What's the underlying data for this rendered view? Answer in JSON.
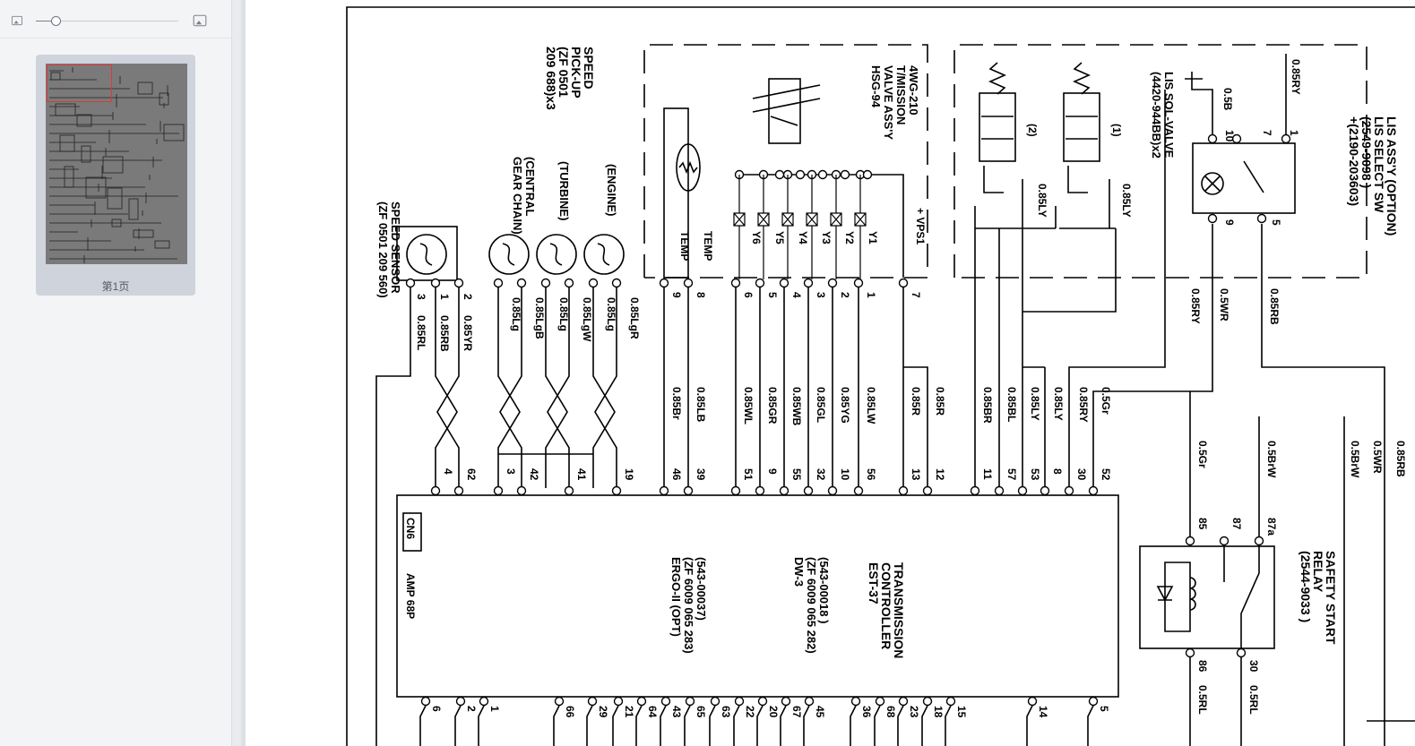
{
  "sidebar": {
    "zoom_percent": 14,
    "thumbnail_label": "第1页"
  },
  "texts": {
    "speed_pickup": [
      "SPEED",
      "PICK-UP",
      "(ZF 0501",
      "209 688)x3"
    ],
    "speed_sensor": [
      "SPEED SENSOR",
      "(ZF 0501 209 560)"
    ],
    "pickup_engine": "(ENGINE)",
    "pickup_turbine": "(TURBINE)",
    "pickup_central": [
      "(CENTRAL",
      "GEAR CHAIN)"
    ],
    "valve_assy": [
      "4WG-210",
      "T/MISSION",
      "VALVE ASS'Y",
      "HSG-94"
    ],
    "sol_valve": [
      "LIS SOL-VALVE",
      "(4420-944BB)x2"
    ],
    "lis_assy": [
      "LIS ASS'Y (OPTION)",
      "LIS SELECT SW",
      "(2549-9098 )",
      "+(2190-203603)"
    ],
    "controller": [
      "TRANSMISSION",
      "CONTROLLER",
      "EST-37",
      "(543-00018 )",
      "(ZF 6009 065 282)",
      "DW-3",
      "(543-00037)",
      "(ZF 6009 065 283)",
      "ERGO-II (OPT)"
    ],
    "relay": [
      "SAFETY START",
      "RELAY",
      "(2544-9033 )"
    ],
    "cn6": "CN6",
    "amp": "AMP 68P",
    "temp_inner": "TEMP",
    "temp_outer": "TEMP",
    "vps": "+ VPS1",
    "y_labels": [
      "Y6",
      "Y5",
      "Y4",
      "Y3",
      "Y2",
      "Y1"
    ],
    "sol1": "(1)",
    "sol2": "(2)",
    "sw_pins": [
      "10",
      "7",
      "1"
    ],
    "sw_pins_bottom": [
      "9",
      "5"
    ],
    "sw_wires": [
      "0.5B",
      "0.85RY"
    ],
    "sensor_pins": [
      "3",
      "1",
      "2"
    ],
    "sensor_wires": [
      "0.85RL",
      "0.85RB",
      "0.85YR"
    ],
    "pickup_wires": [
      "0.85Lg",
      "0.85LgB",
      "0.85Lg",
      "0.85LgW",
      "0.85Lg",
      "0.85LgR"
    ],
    "valve_pins": [
      "9",
      "8",
      "6",
      "5",
      "4",
      "3",
      "2",
      "1",
      "7"
    ],
    "lis_wires": [
      "0.85LY",
      "0.85LY"
    ],
    "switch_out_wires": [
      "0.85RY",
      "0.5WR",
      "0.85RB"
    ],
    "mid_wires": [
      "0.85Br",
      "0.85LB",
      "0.85WL",
      "0.85GR",
      "0.85WB",
      "0.85GL",
      "0.85YG",
      "0.85LW",
      "0.85R",
      "0.85R",
      "0.85BR",
      "0.85BL",
      "0.85LY",
      "0.85LY",
      "0.85RY",
      "0.5Gr"
    ],
    "right_wires": [
      "0.5Gr",
      "0.5BrW",
      "0.5BrW",
      "0.5WR",
      "0.85RB"
    ],
    "top_pins": [
      "4",
      "62",
      "3",
      "42",
      "41",
      "19",
      "46",
      "39",
      "51",
      "9",
      "55",
      "32",
      "10",
      "56",
      "13",
      "12",
      "11",
      "57",
      "53",
      "8",
      "30",
      "52"
    ],
    "bottom_pins": [
      "6",
      "2",
      "1",
      "66",
      "29",
      "21",
      "64",
      "43",
      "65",
      "63",
      "22",
      "20",
      "67",
      "45",
      "36",
      "68",
      "23",
      "18",
      "15",
      "14",
      "5"
    ],
    "relay_pins": [
      "85",
      "87",
      "87a",
      "86",
      "30"
    ],
    "relay_wires": [
      "0.5RL",
      "0.5RL"
    ]
  }
}
